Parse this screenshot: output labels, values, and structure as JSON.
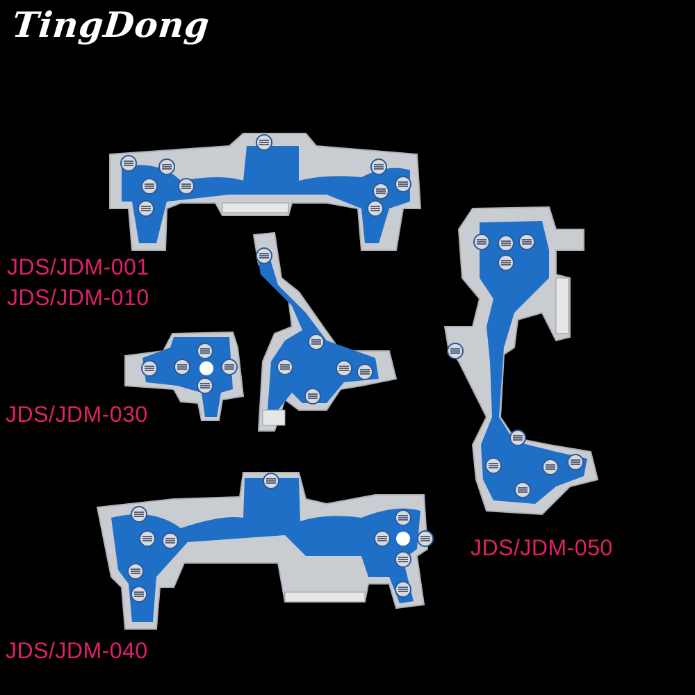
{
  "brand": {
    "name": "TingDong"
  },
  "labels": {
    "jdm_001": "JDS/JDM-001",
    "jdm_010": "JDS/JDM-010",
    "jdm_030": "JDS/JDM-030",
    "jdm_050": "JDS/JDM-050",
    "jdm_040": "JDS/JDM-040"
  },
  "colors": {
    "background": "#000000",
    "label_text": "#e0206a",
    "brand_text": "#ffffff",
    "film_silver": "#c9ccd0",
    "trace_blue": "#1f6fc7"
  }
}
